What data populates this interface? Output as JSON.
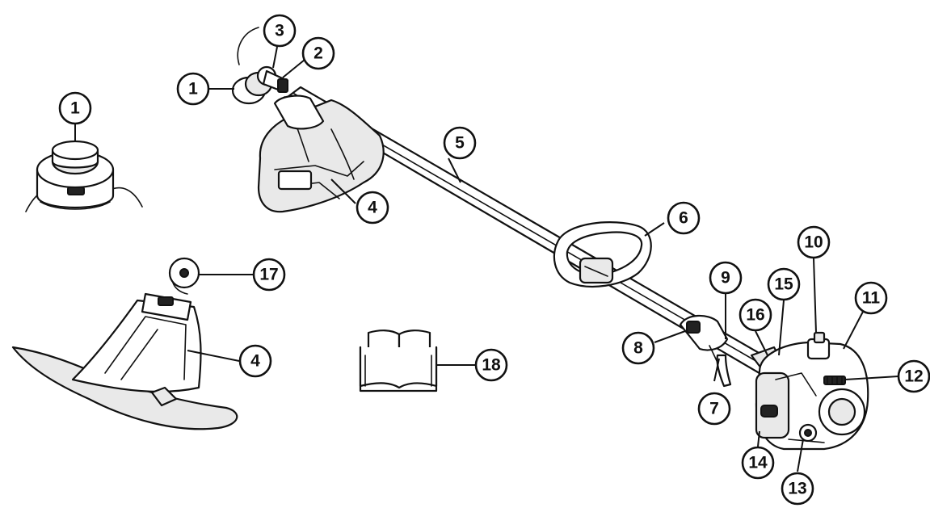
{
  "callouts": [
    {
      "id": "c1a",
      "label": "1"
    },
    {
      "id": "c1b",
      "label": "1"
    },
    {
      "id": "c2",
      "label": "2"
    },
    {
      "id": "c3",
      "label": "3"
    },
    {
      "id": "c4a",
      "label": "4"
    },
    {
      "id": "c4b",
      "label": "4"
    },
    {
      "id": "c5",
      "label": "5"
    },
    {
      "id": "c6",
      "label": "6"
    },
    {
      "id": "c7",
      "label": "7"
    },
    {
      "id": "c8",
      "label": "8"
    },
    {
      "id": "c9",
      "label": "9"
    },
    {
      "id": "c10",
      "label": "10"
    },
    {
      "id": "c11",
      "label": "11"
    },
    {
      "id": "c12",
      "label": "12"
    },
    {
      "id": "c13",
      "label": "13"
    },
    {
      "id": "c14",
      "label": "14"
    },
    {
      "id": "c15",
      "label": "15"
    },
    {
      "id": "c16",
      "label": "16"
    },
    {
      "id": "c17",
      "label": "17"
    },
    {
      "id": "c18",
      "label": "18"
    }
  ]
}
